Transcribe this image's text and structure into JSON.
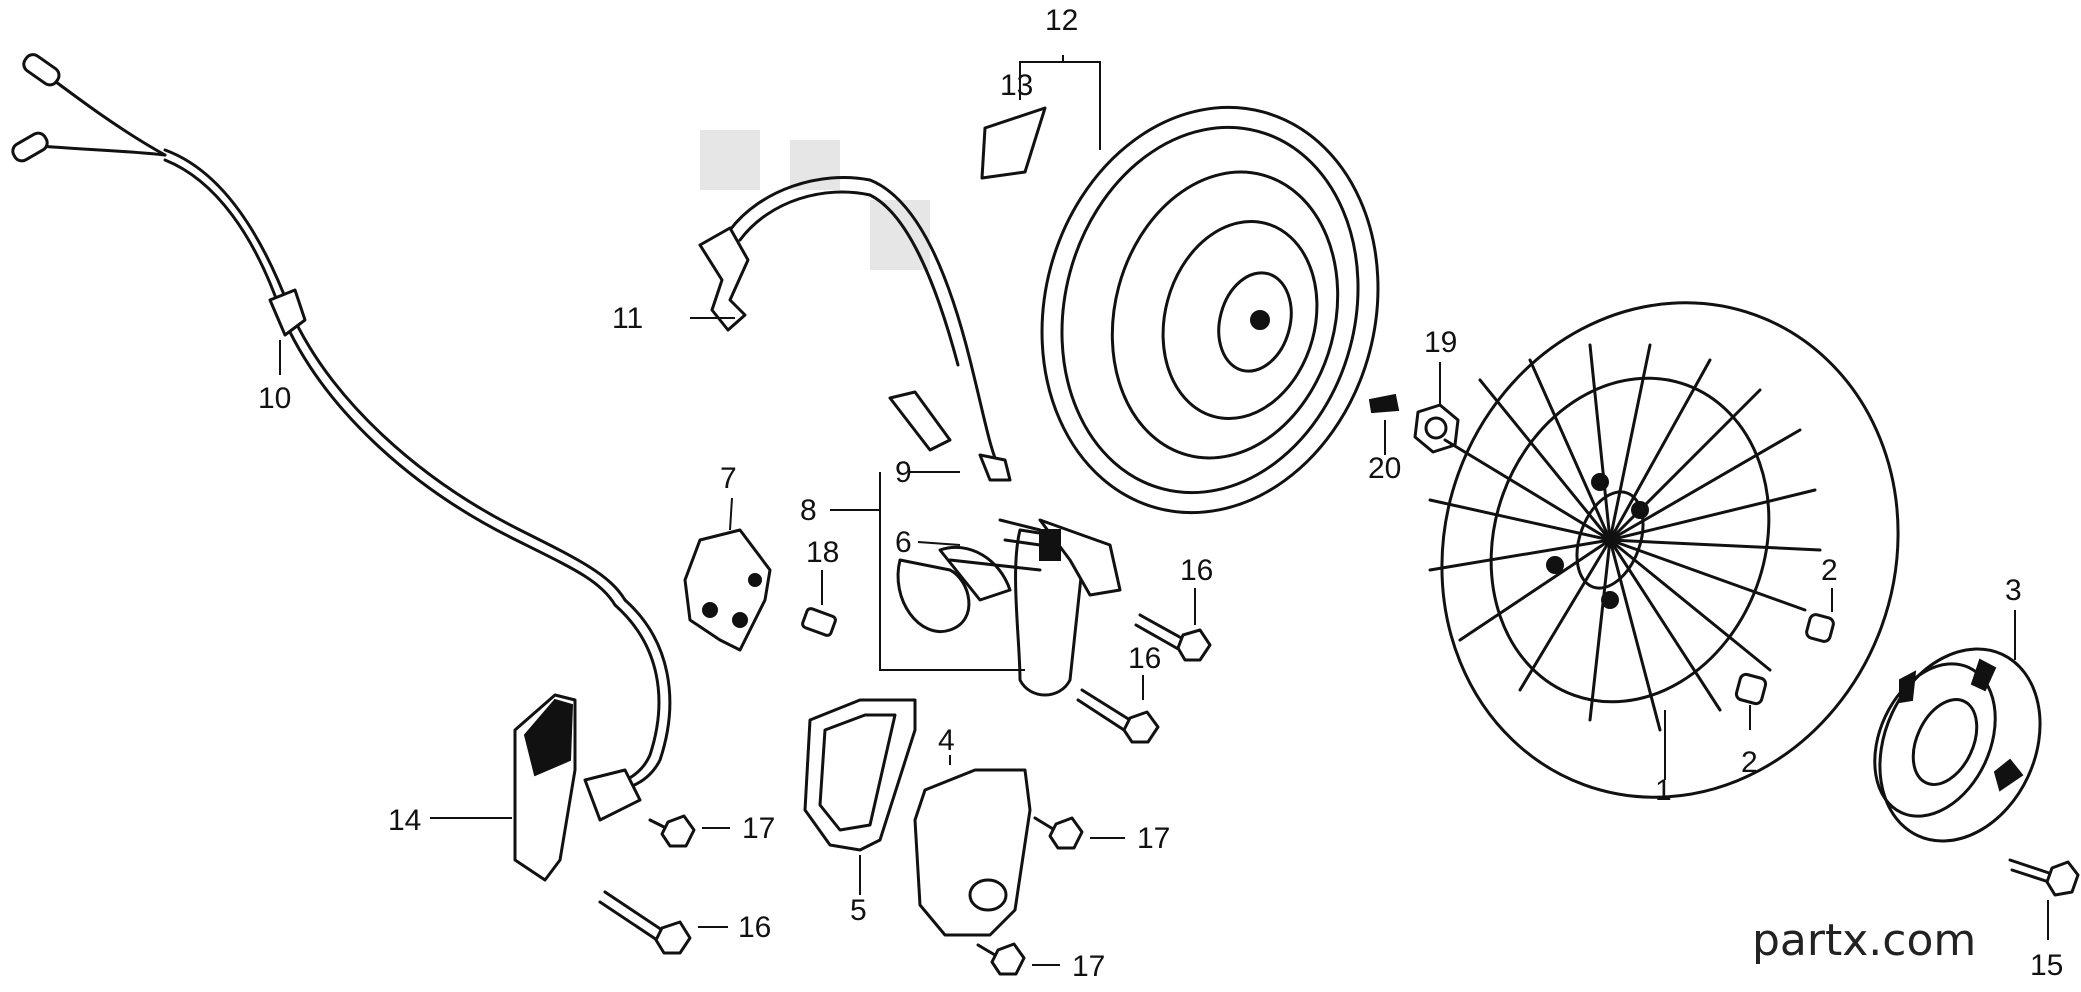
{
  "watermark": "partx.com",
  "callouts": [
    {
      "id": "c1",
      "text": "1"
    },
    {
      "id": "c2a",
      "text": "2"
    },
    {
      "id": "c2b",
      "text": "2"
    },
    {
      "id": "c3",
      "text": "3"
    },
    {
      "id": "c4",
      "text": "4"
    },
    {
      "id": "c5",
      "text": "5"
    },
    {
      "id": "c6",
      "text": "6"
    },
    {
      "id": "c7",
      "text": "7"
    },
    {
      "id": "c8",
      "text": "8"
    },
    {
      "id": "c9",
      "text": "9"
    },
    {
      "id": "c10",
      "text": "10"
    },
    {
      "id": "c11",
      "text": "11"
    },
    {
      "id": "c12",
      "text": "12"
    },
    {
      "id": "c13",
      "text": "13"
    },
    {
      "id": "c14",
      "text": "14"
    },
    {
      "id": "c15",
      "text": "15"
    },
    {
      "id": "c16a",
      "text": "16"
    },
    {
      "id": "c16b",
      "text": "16"
    },
    {
      "id": "c16c",
      "text": "16"
    },
    {
      "id": "c17a",
      "text": "17"
    },
    {
      "id": "c17b",
      "text": "17"
    },
    {
      "id": "c17c",
      "text": "17"
    },
    {
      "id": "c18",
      "text": "18"
    },
    {
      "id": "c19",
      "text": "19"
    },
    {
      "id": "c20",
      "text": "20"
    }
  ]
}
